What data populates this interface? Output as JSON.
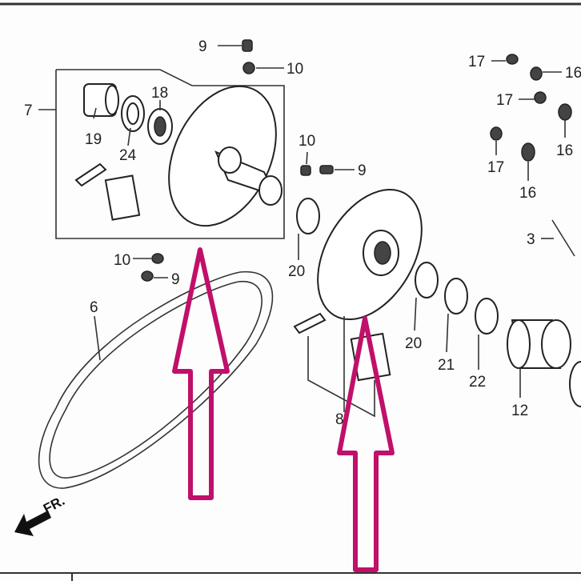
{
  "diagram": {
    "callouts": [
      "9",
      "10",
      "7",
      "19",
      "24",
      "18",
      "10",
      "9",
      "17",
      "16",
      "17",
      "16",
      "17",
      "16",
      "3",
      "10",
      "9",
      "6",
      "20",
      "20",
      "21",
      "22",
      "12",
      "8"
    ],
    "direction_label": "FR."
  },
  "colors": {
    "highlight_arrow": "#c0106a",
    "line": "#222222"
  }
}
